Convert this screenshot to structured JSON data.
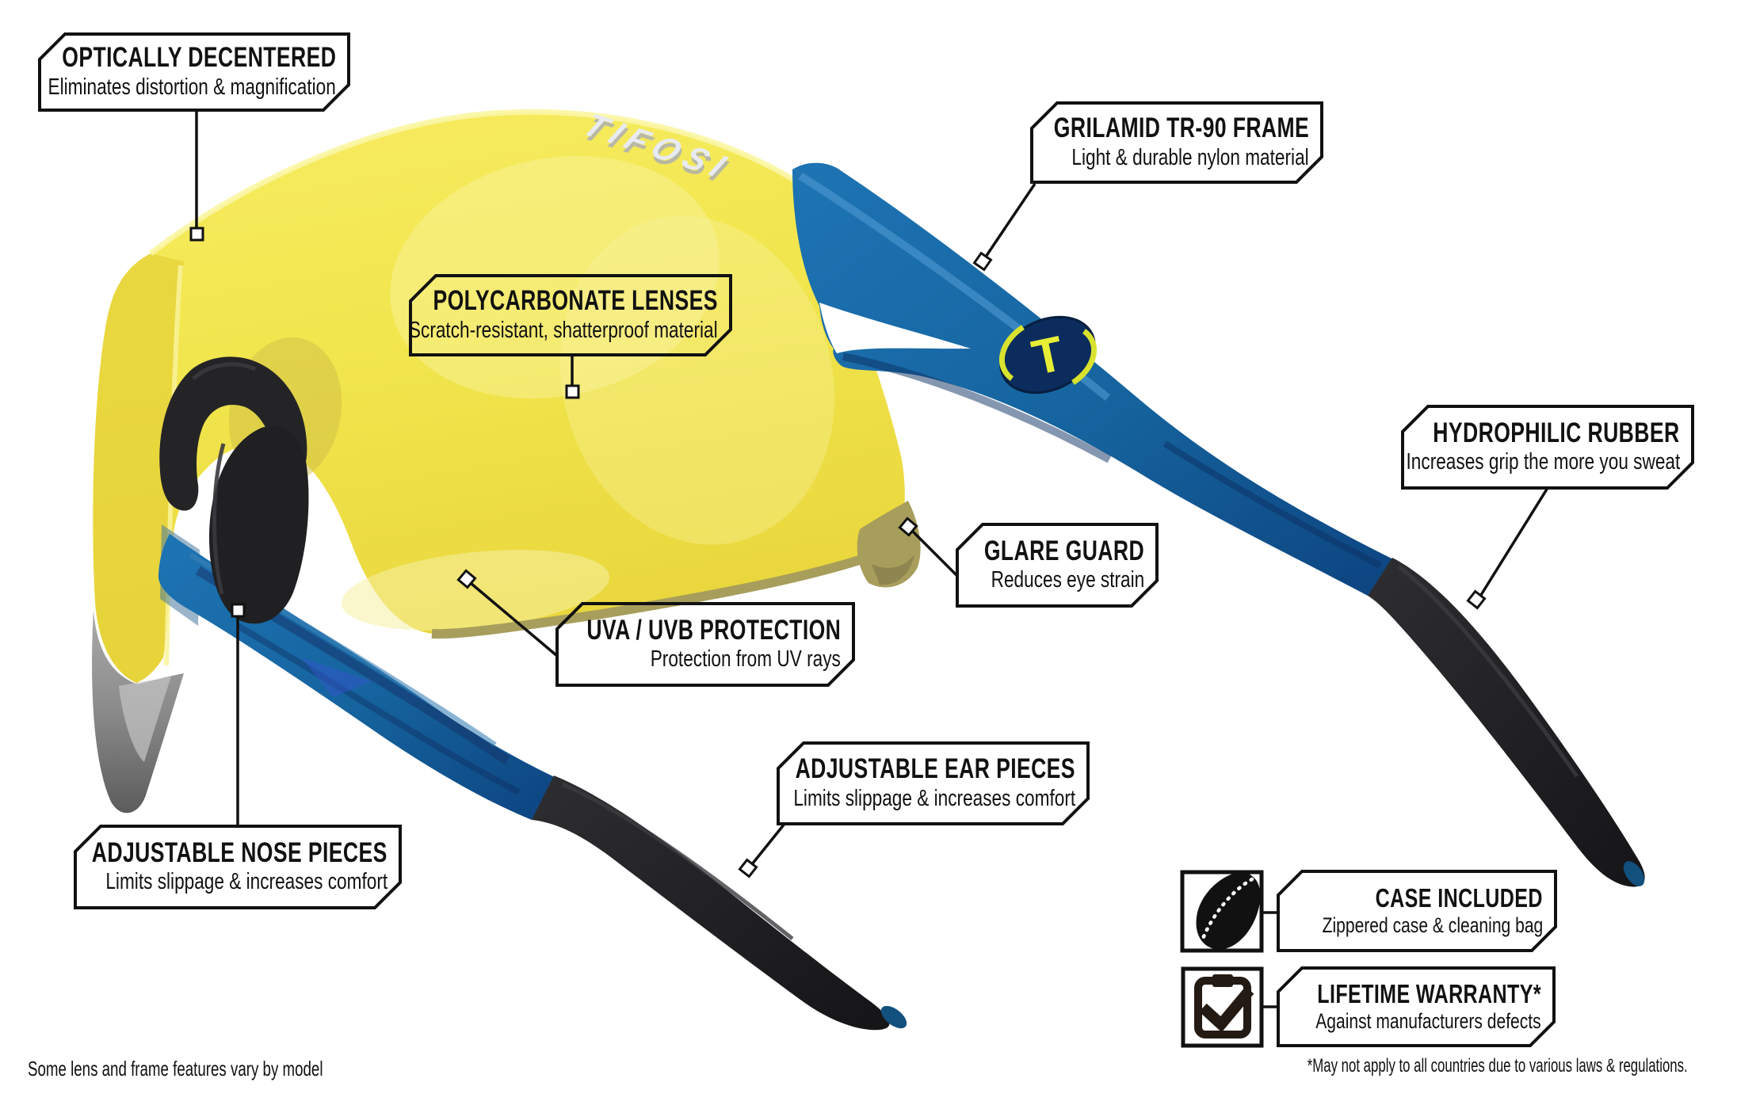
{
  "brand": {
    "lens_logo": "TIFOSI",
    "hinge_logo": "T"
  },
  "callouts": {
    "optically_decentered": {
      "title": "OPTICALLY DECENTERED",
      "subtitle": "Eliminates distortion & magnification"
    },
    "grilamid_frame": {
      "title": "GRILAMID TR-90 FRAME",
      "subtitle": "Light & durable nylon material"
    },
    "polycarbonate_lenses": {
      "title": "POLYCARBONATE LENSES",
      "subtitle": "Scratch-resistant, shatterproof material"
    },
    "hydrophilic_rubber": {
      "title": "HYDROPHILIC RUBBER",
      "subtitle": "Increases grip the more you sweat"
    },
    "glare_guard": {
      "title": "GLARE GUARD",
      "subtitle": "Reduces eye strain"
    },
    "uva_uvb_protection": {
      "title": "UVA / UVB PROTECTION",
      "subtitle": "Protection from UV rays"
    },
    "adjustable_ear_pieces": {
      "title": "ADJUSTABLE EAR PIECES",
      "subtitle": "Limits slippage & increases comfort"
    },
    "adjustable_nose_pieces": {
      "title": "ADJUSTABLE NOSE PIECES",
      "subtitle": "Limits slippage & increases comfort"
    },
    "case_included": {
      "title": "CASE INCLUDED",
      "subtitle": "Zippered case & cleaning bag",
      "icon": "case-icon"
    },
    "lifetime_warranty": {
      "title": "LIFETIME WARRANTY*",
      "subtitle": "Against manufacturers defects",
      "icon": "warranty-icon"
    }
  },
  "footnotes": {
    "left": "Some lens and frame features vary by model",
    "right": "*May not apply to all countries due to various laws & regulations."
  },
  "colors": {
    "lens_yellow": "#F2E64E",
    "lens_highlight": "#FAF49B",
    "lens_edge_olive": "#A89E5C",
    "frame_blue": "#15639E",
    "frame_navy": "#0C3B76",
    "rubber_black": "#1C1C1E",
    "logo_yellow": "#E7EE35",
    "outline_black": "#111111",
    "background": "#FFFFFF"
  }
}
